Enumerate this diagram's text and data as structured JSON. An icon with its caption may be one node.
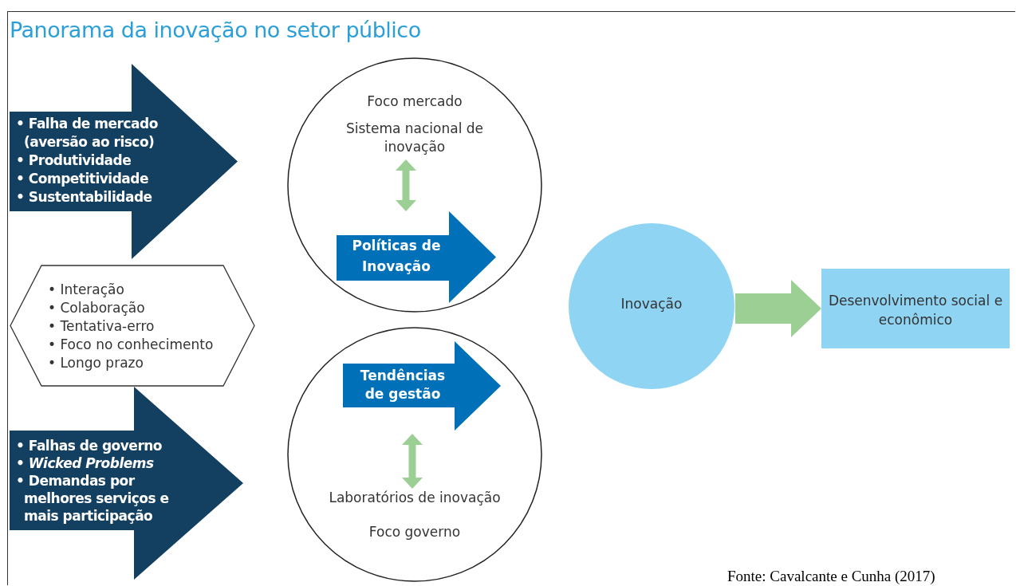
{
  "diagram": {
    "title": "Panorama da inovação no setor público",
    "caption": "Fonte: Cavalcante e Cunha (2017)",
    "nodes": [
      {
        "text": [
          "• Falha de mercado (aversão ao risco)",
          "• Produtividade",
          "• Competitividade",
          "• Sustentabilidade"
        ]
      },
      {
        "text": [
          "• Interação",
          "• Colaboração",
          "• Tentativa-erro",
          "• Foco no conhecimento",
          "• Longo prazo"
        ]
      },
      {
        "text": [
          "• Falhas de governo",
          "• *Wicked Problems*",
          "• Demandas por melhores serviços e mais participação"
        ]
      },
      {
        "text": [
          "Foco mercado"
        ]
      },
      {
        "text": [
          "Sistema nacional de inovação"
        ],
        "in": 3
      },
      {
        "text": [
          "Políticas de Inovação"
        ],
        "in": 3
      },
      {
        "text": [
          "Foco governo"
        ]
      },
      {
        "text": [
          "Tendências de gestão"
        ],
        "in": 6
      },
      {
        "text": [
          "Laboratórios de inovação"
        ],
        "in": 6
      },
      {
        "text": [
          "Inovação"
        ]
      },
      {
        "text": [
          "Desenvolvimento social e econômico"
        ]
      }
    ],
    "edges": [
      {
        "from": 4,
        "to": 5,
        "arrow": "both",
        "color": "#9ccf94"
      },
      {
        "from": 7,
        "to": 8,
        "arrow": "both",
        "color": "#9ccf94"
      },
      {
        "from": 9,
        "to": 10,
        "arrow": "to",
        "style": "thick",
        "color": "#9ccf94"
      }
    ]
  }
}
